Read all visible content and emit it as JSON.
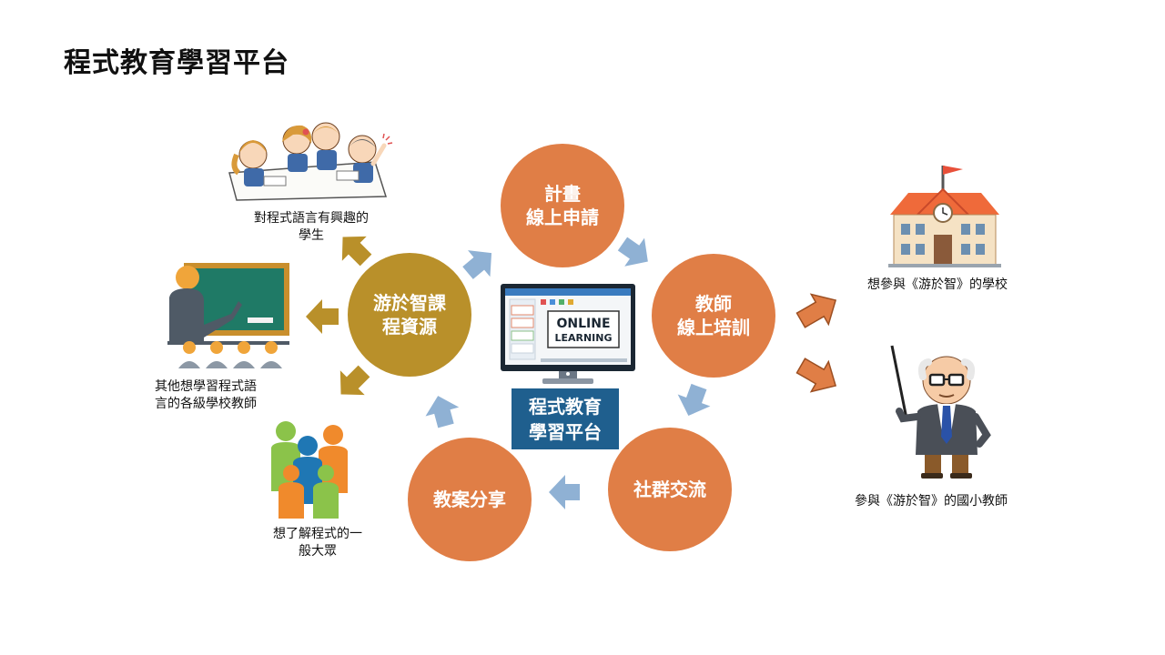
{
  "title": "程式教育學習平台",
  "center_label": "程式教育\n學習平台",
  "monitor": {
    "line1": "ONLINE",
    "line2": "LEARNING"
  },
  "cycle": {
    "plan": "計畫\n線上申請",
    "training": "教師\n線上培訓",
    "community": "社群交流",
    "sharing": "教案分享",
    "resources": "游於智課\n程資源"
  },
  "audience": {
    "students": "對程式語言有興趣的\n學生",
    "teachers": "其他想學習程式語\n言的各級學校教師",
    "public": "想了解程式的一\n般大眾",
    "schools": "想參與《游於智》的學校",
    "elementary_teachers": "參與《游於智》的國小教師"
  },
  "colors": {
    "cycle_orange": "#e07e46",
    "resource_gold": "#b9902a",
    "cycle_arrow": "#8fb1d4",
    "center_box": "#1f5f8e"
  }
}
